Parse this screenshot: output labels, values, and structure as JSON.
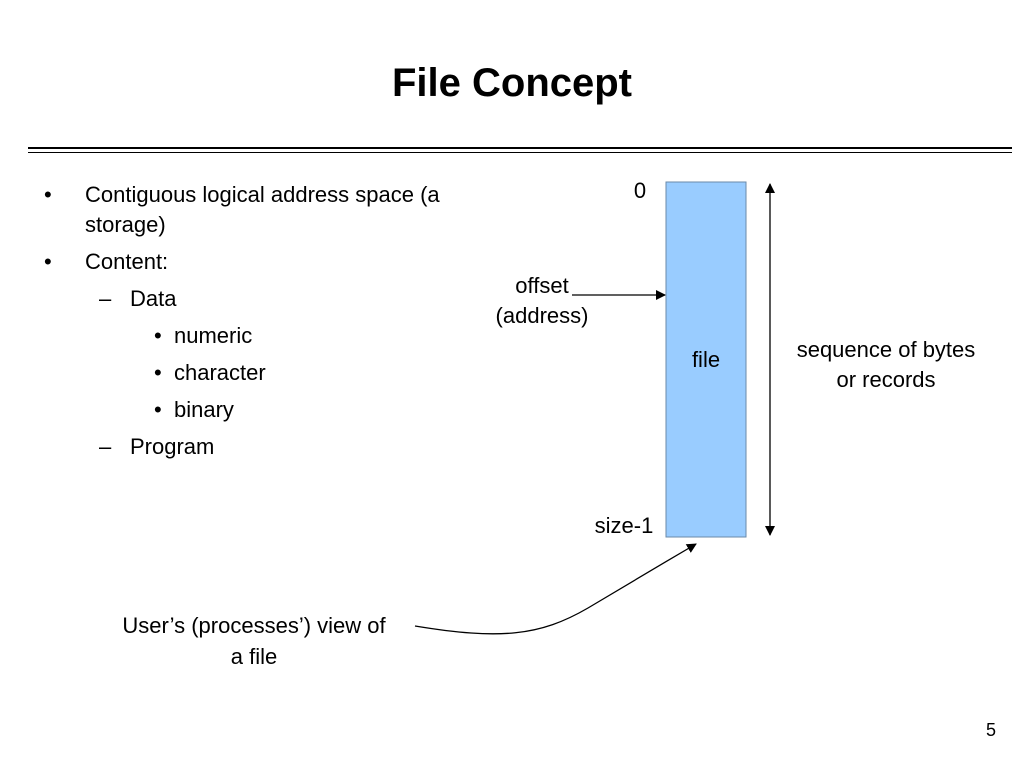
{
  "slide": {
    "title": "File Concept",
    "page_number": "5"
  },
  "bullets": [
    {
      "marker": "•",
      "text": "Contiguous logical address space (a storage)"
    },
    {
      "marker": "•",
      "text": "Content:"
    },
    {
      "marker": "–",
      "text": "Data"
    },
    {
      "marker": "•",
      "text": "numeric"
    },
    {
      "marker": "•",
      "text": "character"
    },
    {
      "marker": "•",
      "text": "binary"
    },
    {
      "marker": "–",
      "text": "Program"
    }
  ],
  "diagram": {
    "start_label": "0",
    "end_label": "size-1",
    "file_label": "file",
    "offset_label_1": "offset",
    "offset_label_2": "(address)",
    "sequence_label_1": "sequence of bytes",
    "sequence_label_2": "or records",
    "view_label_1": "User’s (processes’) view of",
    "view_label_2": "a file",
    "file_fill_color": "#99ccff"
  }
}
